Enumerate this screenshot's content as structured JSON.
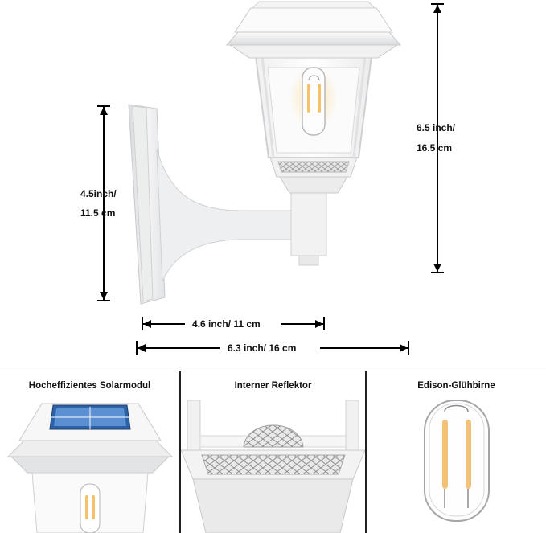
{
  "dimensions": {
    "lamp_height": [
      "6.5 inch/",
      "16.5 cm"
    ],
    "mount_height": [
      "4.5inch/",
      "11.5 cm"
    ],
    "arm_depth": "4.6 inch/ 11 cm",
    "total_depth": "6.3 inch/ 16 cm"
  },
  "features": [
    {
      "title": "Hocheffizientes Solarmodul"
    },
    {
      "title": "Interner Reflektor"
    },
    {
      "title": "Edison-Glühbirne"
    }
  ]
}
